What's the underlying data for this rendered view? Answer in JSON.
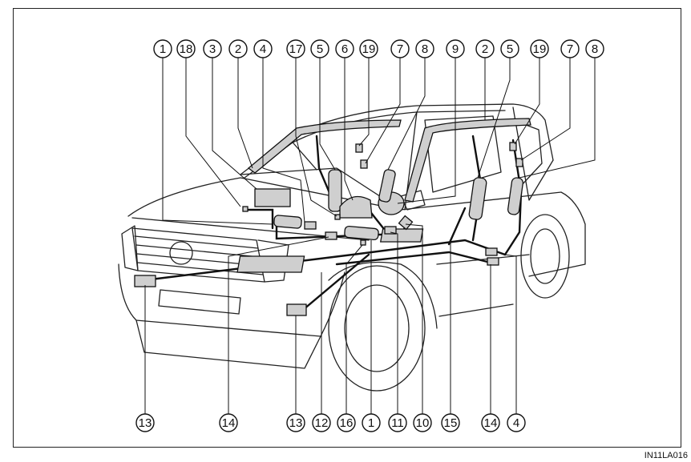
{
  "figure": {
    "image_code": "IN11LA016",
    "top_labels": [
      "1",
      "18",
      "3",
      "2",
      "4",
      "17",
      "5",
      "6",
      "19",
      "7",
      "8",
      "9",
      "2",
      "5",
      "19",
      "7",
      "8"
    ],
    "bottom_labels": [
      "13",
      "14",
      "13",
      "12",
      "16",
      "1",
      "11",
      "10",
      "15",
      "14",
      "4"
    ]
  },
  "colors": {
    "line": "#222222",
    "part_fill": "#cfcfcf",
    "harness": "#111111"
  }
}
